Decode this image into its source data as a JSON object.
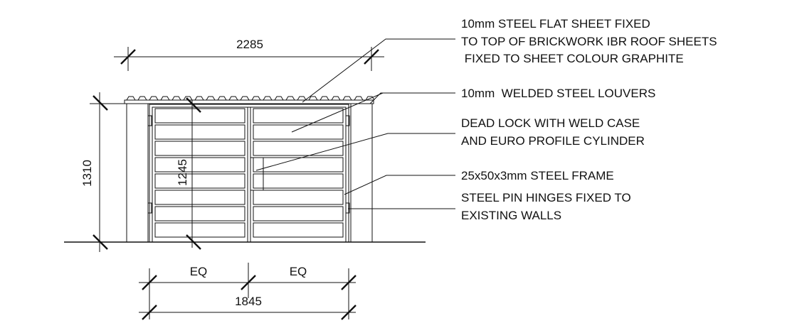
{
  "dimensions": {
    "top_width": "2285",
    "overall_height": "1310",
    "gate_height": "1245",
    "left_half": "EQ",
    "right_half": "EQ",
    "gate_width": "1845"
  },
  "notes": {
    "roof_line1": "10mm  STEEL FLAT SHEET FIXED",
    "roof_line2": "TO TOP OF BRICKWORK IBR ROOF SHEETS",
    "roof_line3": " FIXED TO SHEET COLOUR GRAPHITE",
    "louvers": "10mm  WELDED STEEL LOUVERS",
    "lock_line1": "DEAD LOCK WITH WELD CASE",
    "lock_line2": "AND EURO PROFILE CYLINDER",
    "frame": "25x50x3mm STEEL FRAME",
    "hinges_line1": "STEEL PIN HINGES FIXED TO",
    "hinges_line2": "EXISTING WALLS"
  }
}
